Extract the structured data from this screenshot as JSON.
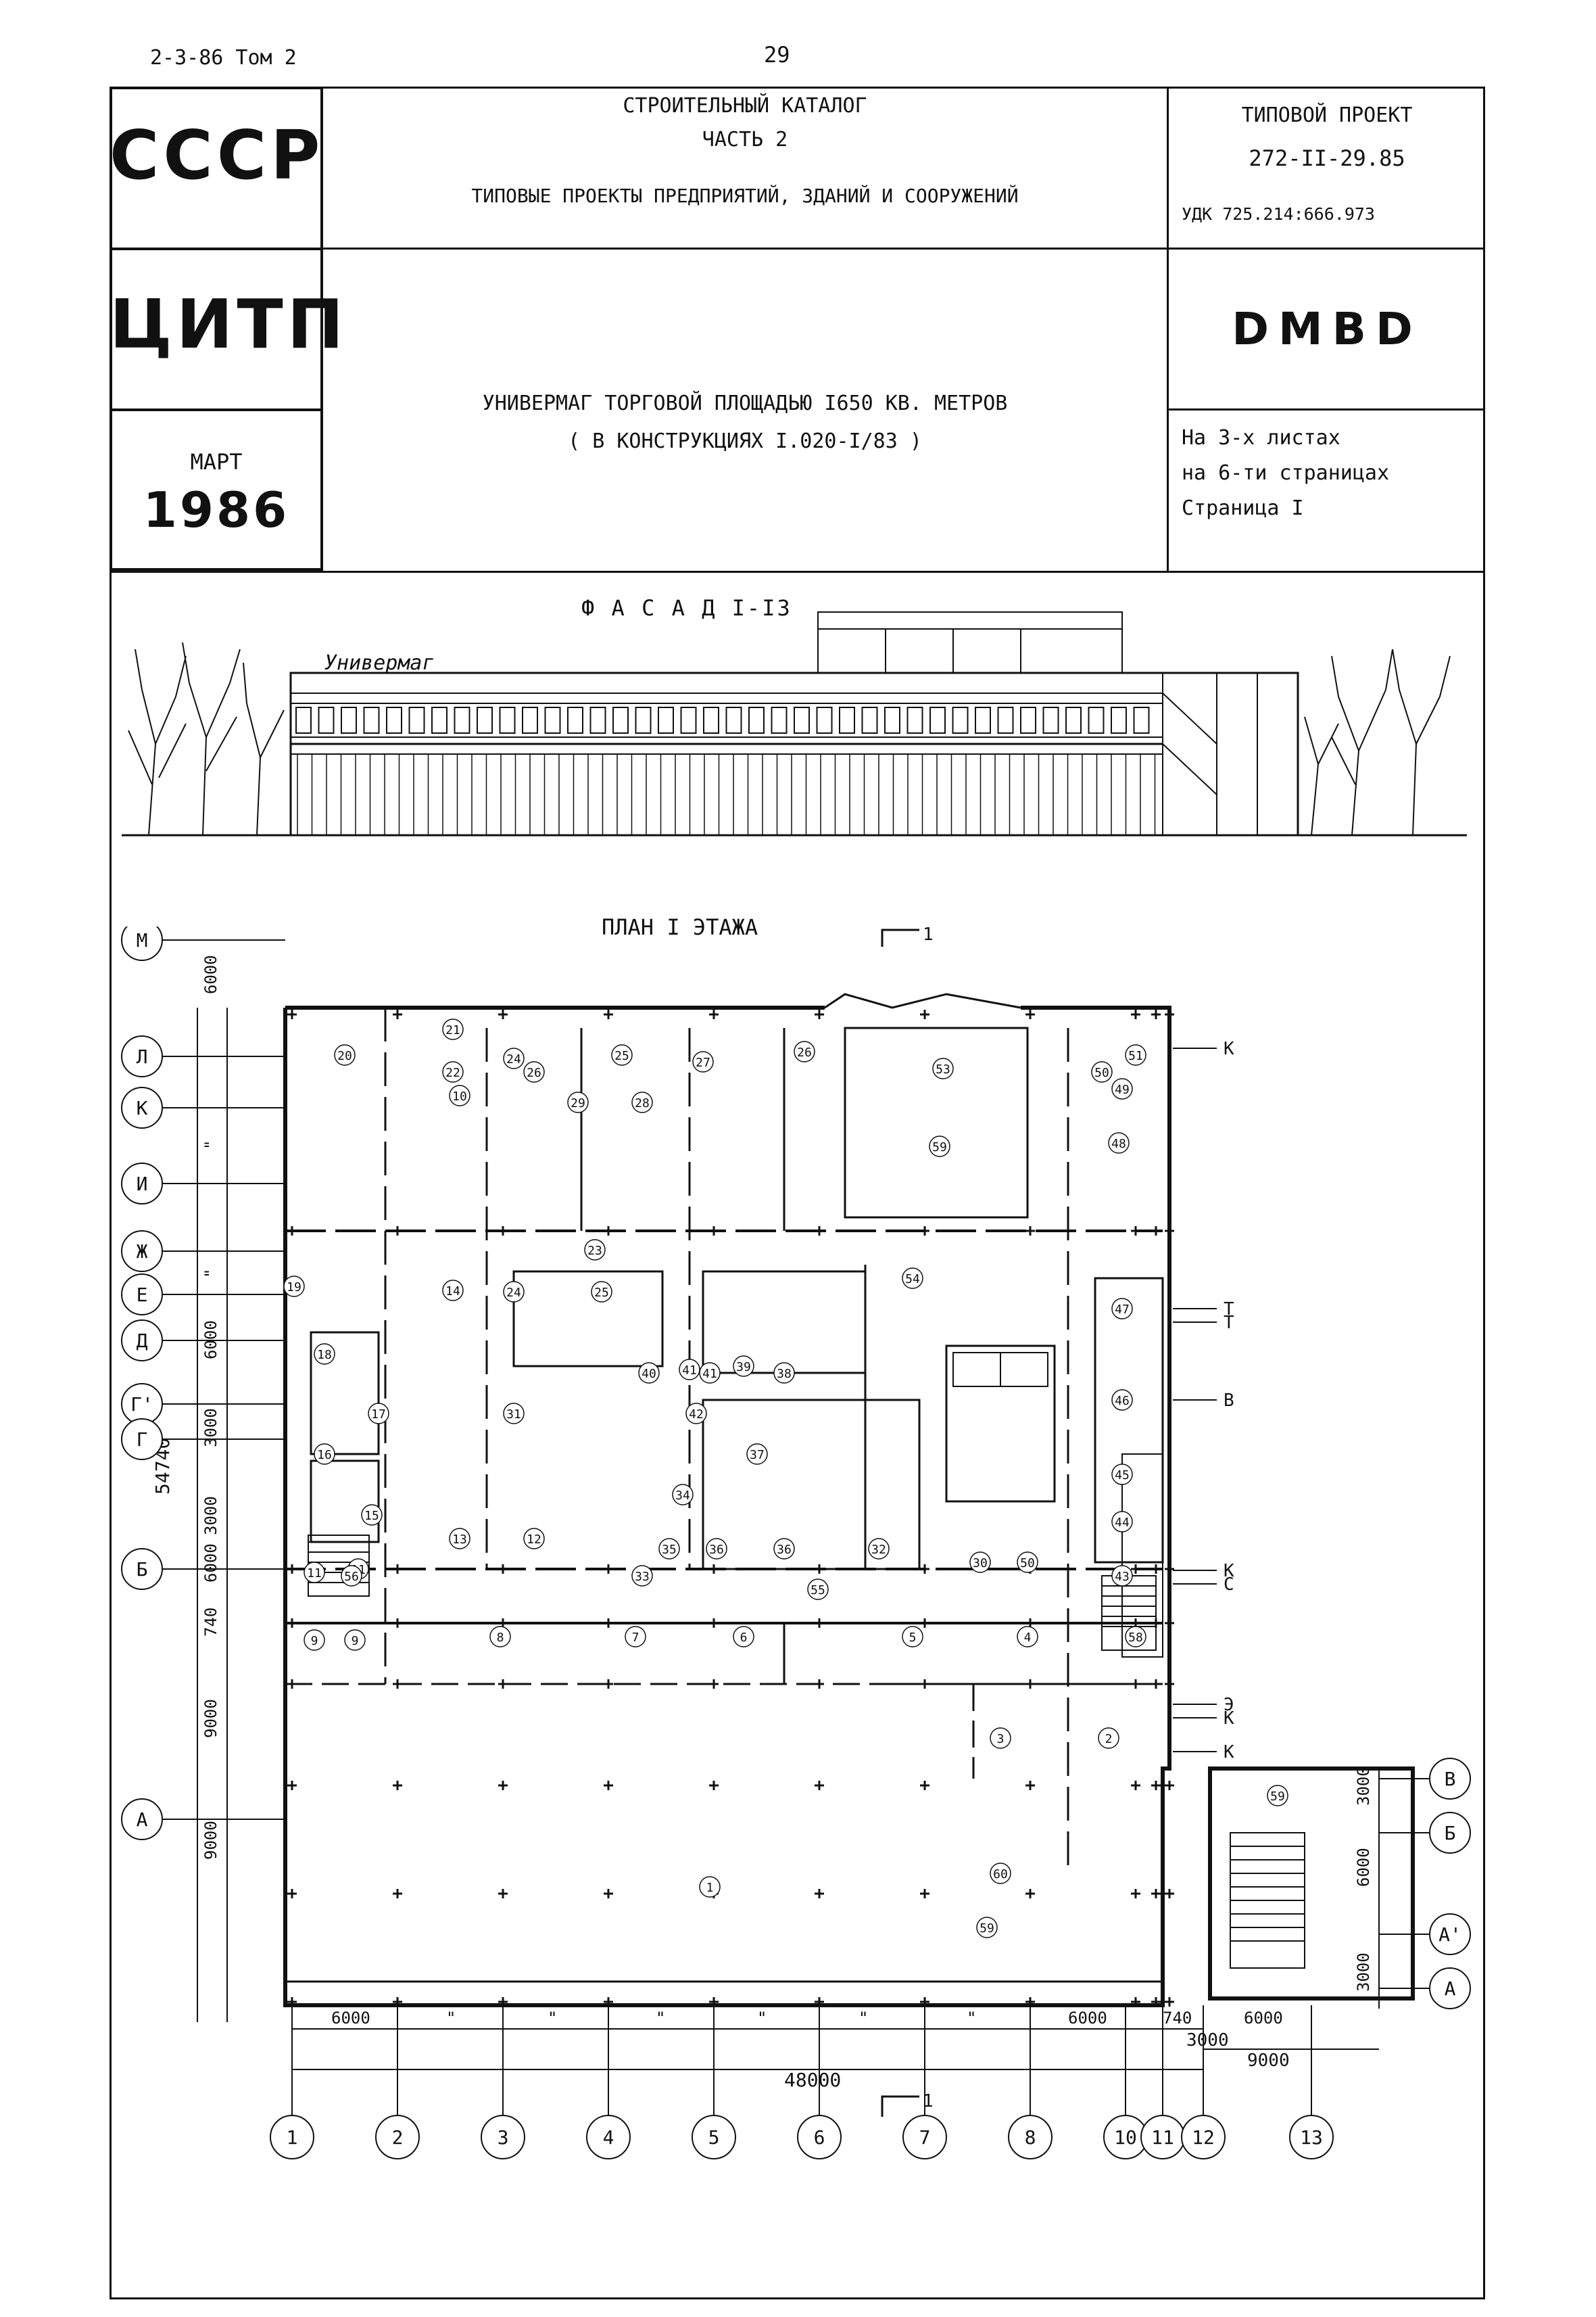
{
  "top": {
    "doc_ref": "2-3-86 Том 2",
    "page_number": "29"
  },
  "header": {
    "org1": "СССР",
    "org2": "ЦИТП",
    "month": "МАРТ",
    "year": "1986",
    "catalog_line1": "СТРОИТЕЛЬНЫЙ КАТАЛОГ",
    "catalog_line2": "ЧАСТЬ 2",
    "catalog_line3": "ТИПОВЫЕ ПРОЕКТЫ ПРЕДПРИЯТИЙ, ЗДАНИЙ И СООРУЖЕНИЙ",
    "project_label": "ТИПОВОЙ ПРОЕКТ",
    "project_code": "272-II-29.85",
    "udk": "УДК 725.214:666.973",
    "title_line1": "УНИВЕРМАГ ТОРГОВОЙ ПЛОЩАДЬЮ I650 КВ. МЕТРОВ",
    "title_line2": "( В КОНСТРУКЦИЯХ I.020-I/83 )",
    "code_big": "DMBD",
    "sheets_line1": "На 3-х листах",
    "sheets_line2": "на 6-ти страницах",
    "sheets_line3": "Страница I"
  },
  "drawing": {
    "facade_title": "Ф А С А Д  I-I3",
    "plan_title": "ПЛАН I ЭТАЖА",
    "sign": "Универмаг",
    "section_mark": "1",
    "row_axes": [
      "М",
      "Л",
      "К",
      "И",
      "Ж",
      "Е",
      "Д",
      "Г'",
      "Г",
      "Б",
      "А"
    ],
    "col_axes": [
      "1",
      "2",
      "3",
      "4",
      "5",
      "6",
      "7",
      "8",
      "10",
      "11",
      "12",
      "13"
    ],
    "annex_axes": [
      "В",
      "Б",
      "А'",
      "А"
    ],
    "left_dims": [
      "6000",
      "\"",
      "\"",
      "6000",
      "3000",
      "3000",
      "6000",
      "740",
      "9000",
      "9000"
    ],
    "left_total": "54740",
    "bottom_dims": [
      "6000",
      "\"",
      "\"",
      "\"",
      "\"",
      "\"",
      "\"",
      "6000",
      "740",
      "6000"
    ],
    "bottom_total": "48000",
    "bottom_dim2": "3000",
    "bottom_dim3": "9000",
    "annex_dims": [
      "3000",
      "6000",
      "3000"
    ],
    "right_labels": [
      "К",
      "Т",
      "Т",
      "В",
      "К",
      "С",
      "Э",
      "К",
      "К"
    ],
    "rooms": [
      "1",
      "2",
      "3",
      "4",
      "5",
      "6",
      "7",
      "8",
      "9",
      "9",
      "10",
      "11",
      "11",
      "12",
      "13",
      "14",
      "15",
      "16",
      "17",
      "18",
      "19",
      "20",
      "21",
      "22",
      "23",
      "24",
      "24",
      "25",
      "25",
      "26",
      "26",
      "27",
      "28",
      "29",
      "30",
      "31",
      "32",
      "33",
      "34",
      "35",
      "36",
      "36",
      "37",
      "38",
      "39",
      "40",
      "41",
      "41",
      "42",
      "43",
      "44",
      "45",
      "46",
      "47",
      "48",
      "49",
      "50",
      "50",
      "51",
      "53",
      "54",
      "55",
      "56",
      "58",
      "59",
      "59",
      "59",
      "60"
    ]
  }
}
